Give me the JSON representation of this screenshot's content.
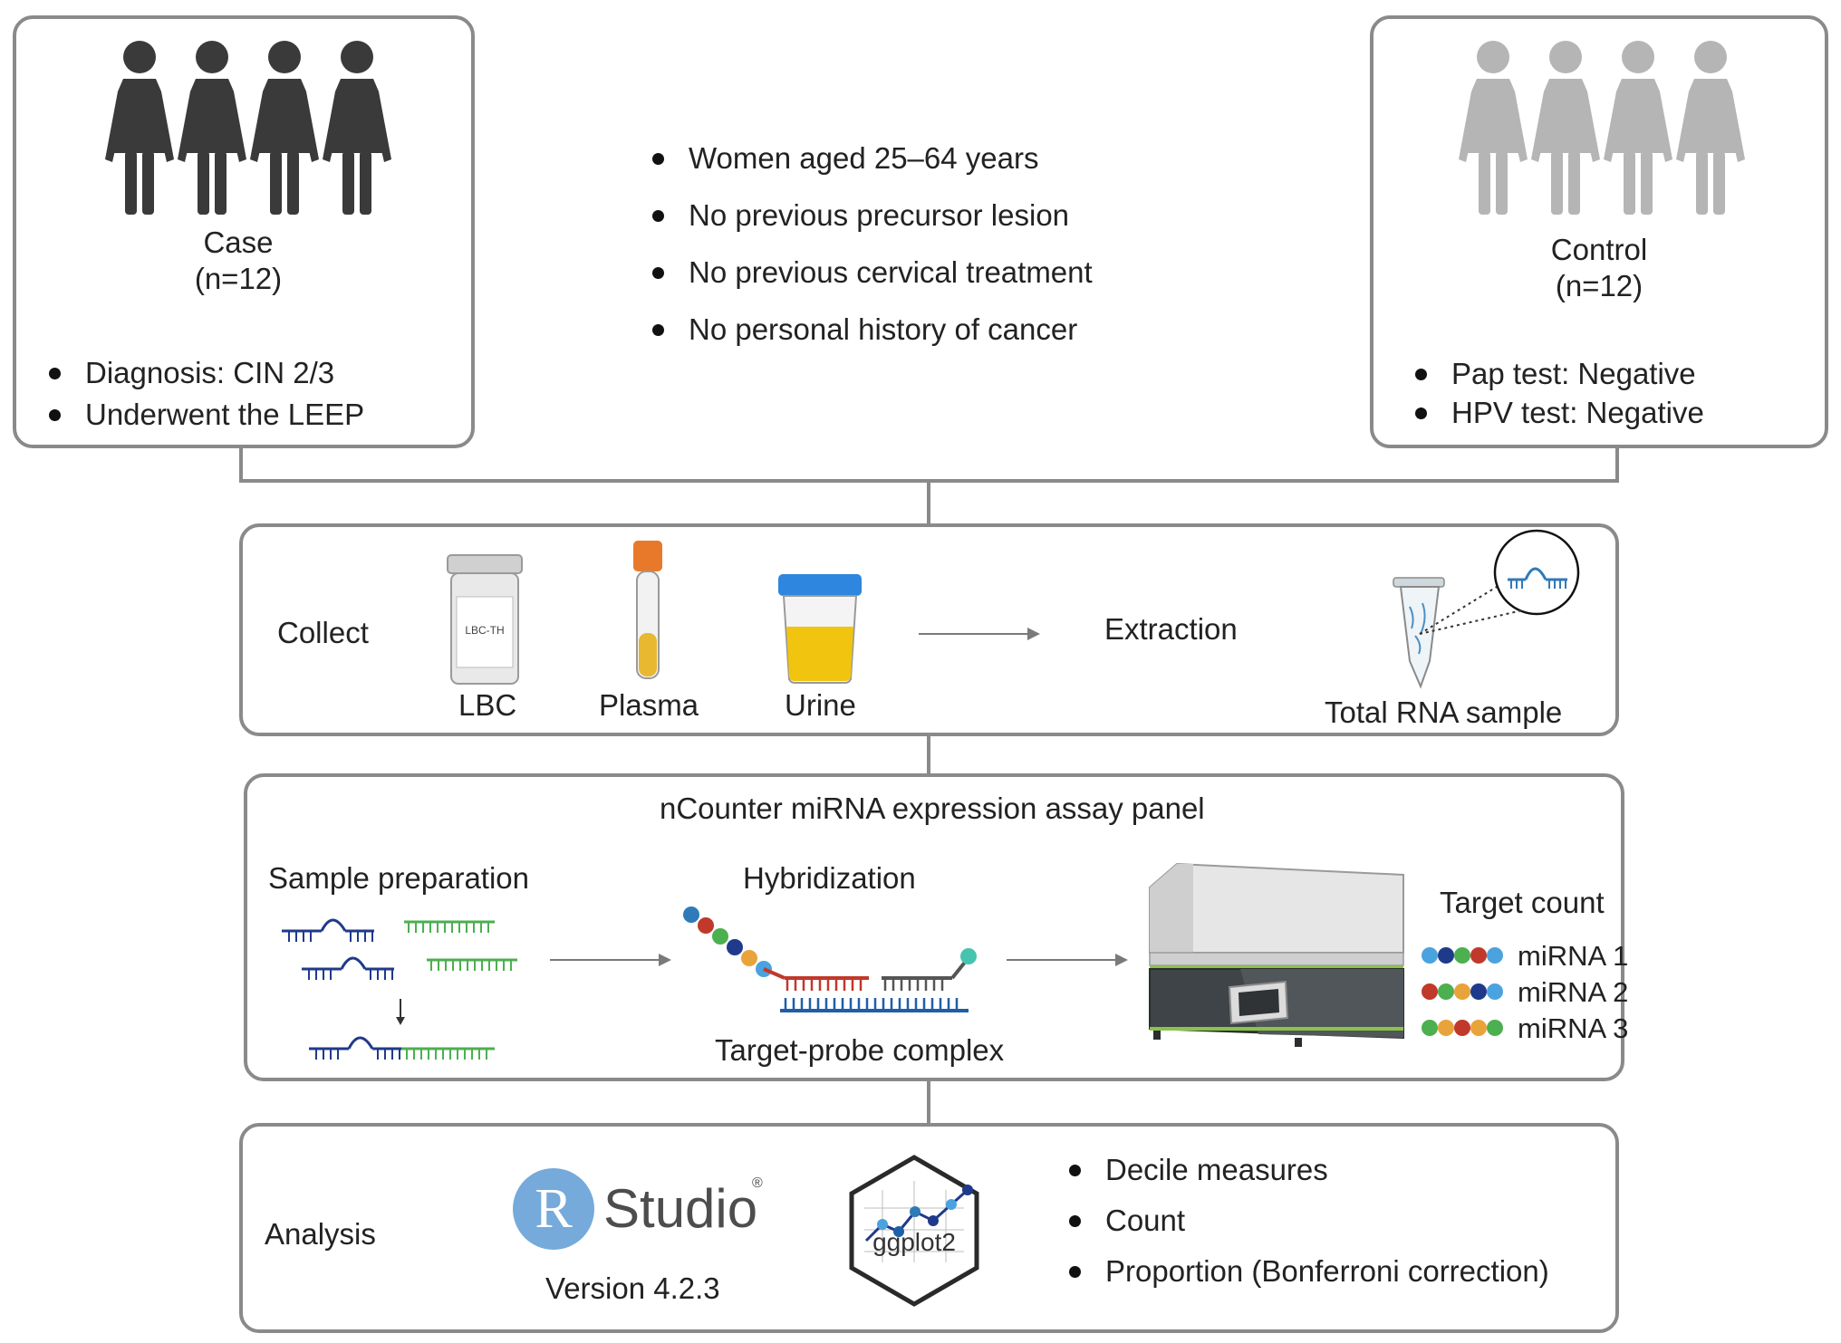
{
  "colors": {
    "border": "#8a8a8a",
    "text": "#222222",
    "case_figures": "#3a3a3a",
    "control_figures": "#b5b5b5",
    "rstudio_blue": "#75aadb",
    "rstudio_gray": "#4d4d4d",
    "urine": "#f1c40f",
    "cap_blue": "#2e86de",
    "tube_orange": "#e8792b",
    "probe_red": "#c0392b",
    "probe_green": "#4caf50",
    "strand_navy": "#1f3a8a",
    "strand_blue": "#2f7ab8"
  },
  "case": {
    "title": "Case",
    "n": "(n=12)",
    "bullets": [
      "Diagnosis: CIN 2/3",
      "Underwent the LEEP"
    ]
  },
  "criteria": {
    "bullets": [
      "Women aged 25–64 years",
      "No previous precursor lesion",
      "No previous cervical treatment",
      "No personal history of cancer"
    ]
  },
  "control": {
    "title": "Control",
    "n": "(n=12)",
    "bullets": [
      "Pap test: Negative",
      "HPV test: Negative"
    ]
  },
  "collect": {
    "label": "Collect",
    "jar_label": "LBC-TH",
    "samples": [
      "LBC",
      "Plasma",
      "Urine"
    ],
    "extraction": "Extraction",
    "result": "Total RNA sample"
  },
  "ncounter": {
    "title": "nCounter miRNA expression assay panel",
    "sample_prep": "Sample preparation",
    "hybridization": "Hybridization",
    "complex": "Target-probe complex",
    "target_count": "Target count",
    "mirnas": [
      "miRNA 1",
      "miRNA 2",
      "miRNA 3"
    ]
  },
  "analysis": {
    "label": "Analysis",
    "rstudio_letter": "R",
    "rstudio_word": "Studio",
    "rstudio_reg": "®",
    "version": "Version 4.2.3",
    "ggplot": "ggplot2",
    "bullets": [
      "Decile measures",
      "Count",
      "Proportion (Bonferroni correction)"
    ]
  }
}
